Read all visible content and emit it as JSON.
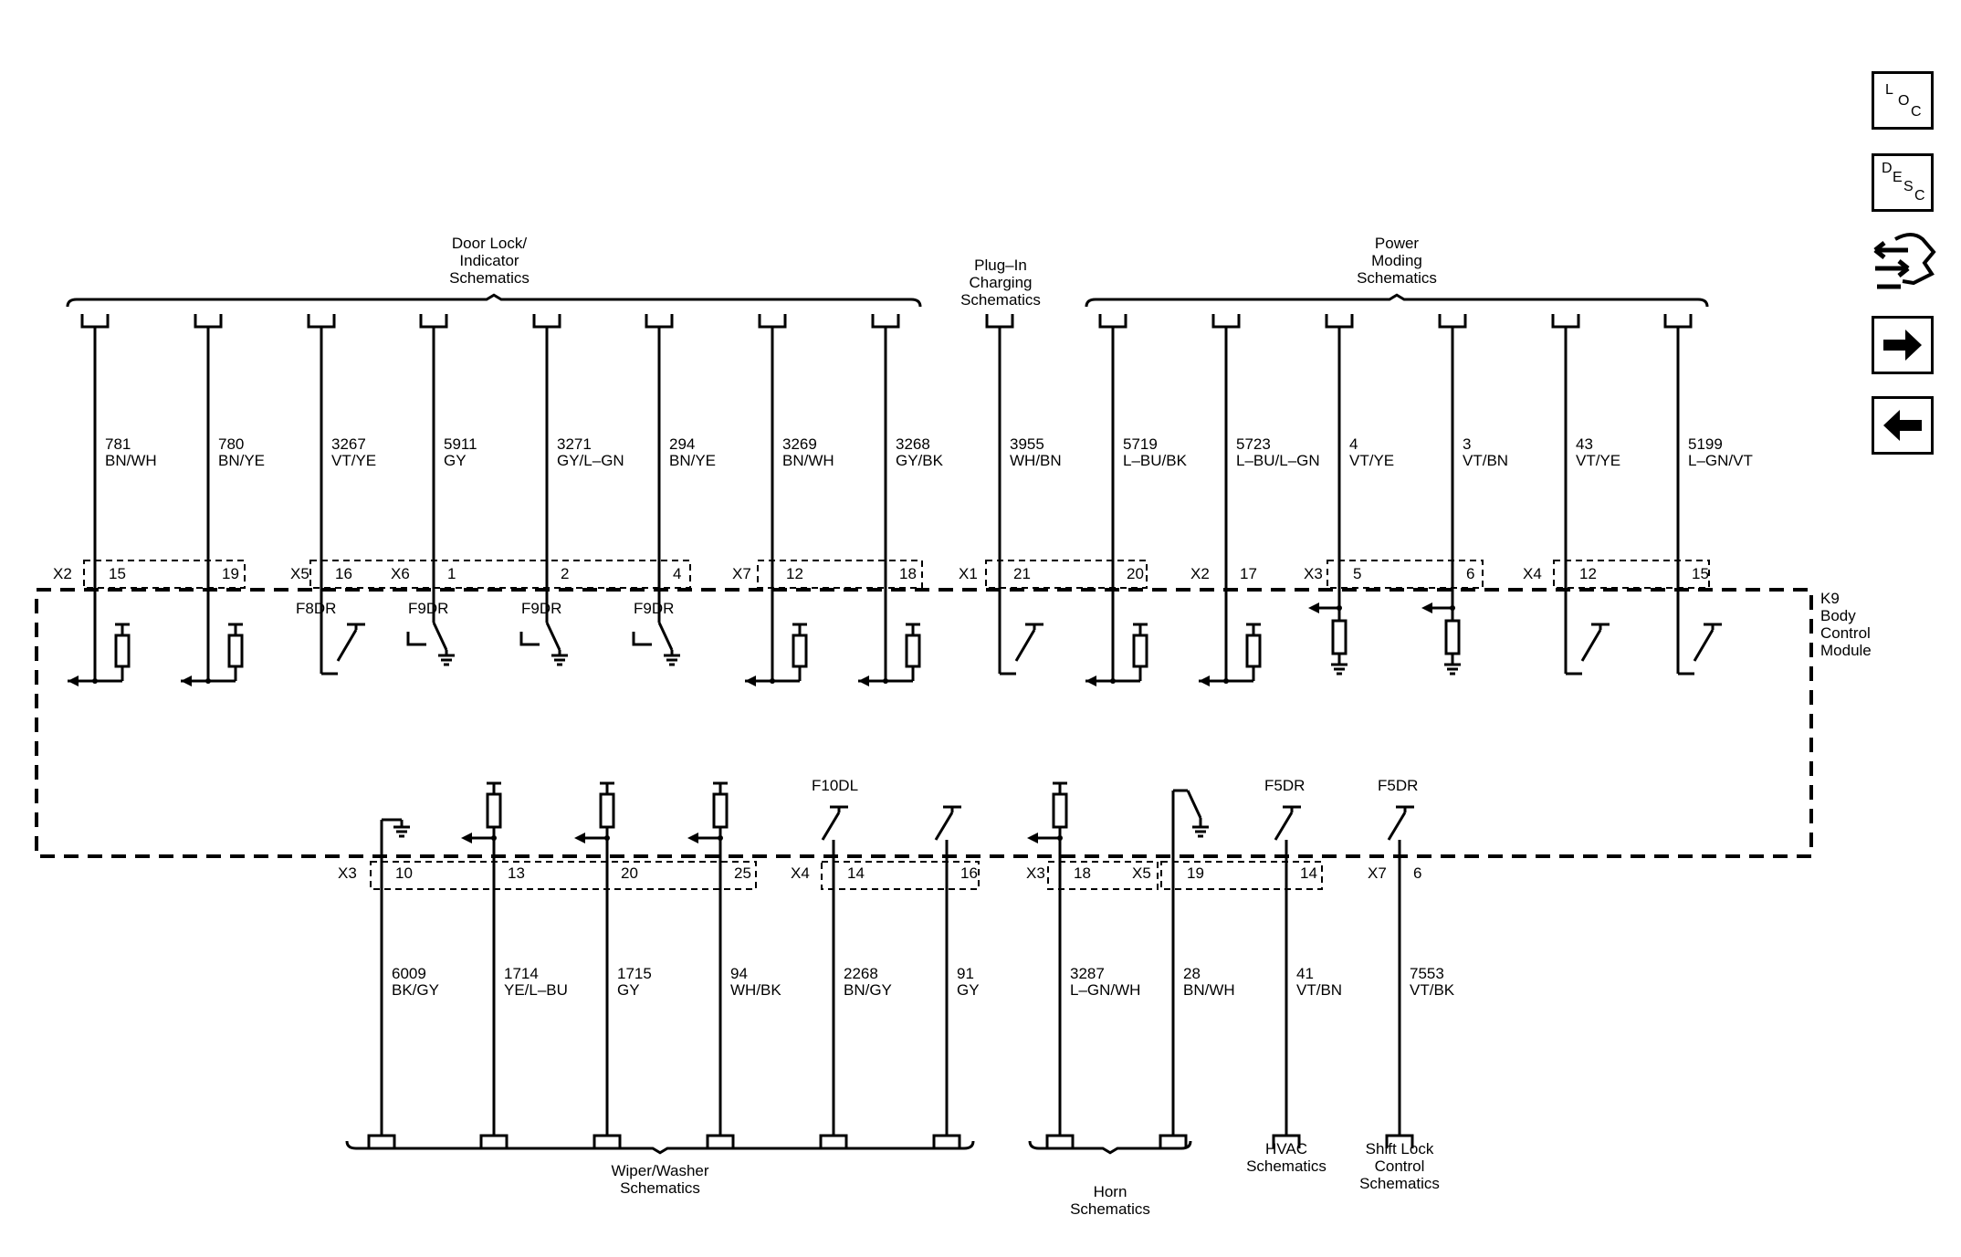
{
  "module": {
    "lines": [
      "K9",
      "Body",
      "Control",
      "Module"
    ]
  },
  "nav": {
    "loc": [
      "L",
      "O",
      "C"
    ],
    "desc": [
      "D",
      "E",
      "S",
      "C"
    ]
  },
  "top_groups": [
    {
      "lines": [
        "Door Lock/",
        "Indicator",
        "Schematics"
      ]
    },
    {
      "lines": [
        "Plug–In",
        "Charging",
        "Schematics"
      ]
    },
    {
      "lines": [
        "Power",
        "Moding",
        "Schematics"
      ]
    }
  ],
  "bottom_groups": [
    {
      "lines": [
        "Wiper/Washer",
        "Schematics"
      ]
    },
    {
      "lines": [
        "Horn",
        "Schematics"
      ]
    },
    {
      "lines": [
        "HVAC",
        "Schematics"
      ]
    },
    {
      "lines": [
        "Shift Lock",
        "Control",
        "Schematics"
      ]
    }
  ],
  "top_connectors": [
    {
      "name": "X2"
    },
    {
      "name": "X5"
    },
    {
      "name": "X6"
    },
    {
      "name": "X7"
    },
    {
      "name": "X1"
    },
    {
      "name": "X2"
    },
    {
      "name": "X3"
    },
    {
      "name": "X4"
    }
  ],
  "bottom_connectors": [
    {
      "name": "X3"
    },
    {
      "name": "X4"
    },
    {
      "name": "X3"
    },
    {
      "name": "X5"
    },
    {
      "name": "X7"
    }
  ],
  "top_wires": [
    {
      "pin": "15",
      "circuit": "781",
      "color": "BN/WH",
      "type": "pullup-in"
    },
    {
      "pin": "19",
      "circuit": "780",
      "color": "BN/YE",
      "type": "pullup-in"
    },
    {
      "pin": "16",
      "circuit": "3267",
      "color": "VT/YE",
      "type": "switch",
      "label": "F8DR"
    },
    {
      "pin": "1",
      "circuit": "5911",
      "color": "GY",
      "type": "lowside",
      "label": "F9DR"
    },
    {
      "pin": "2",
      "circuit": "3271",
      "color": "GY/L–GN",
      "type": "lowside",
      "label": "F9DR"
    },
    {
      "pin": "4",
      "circuit": "294",
      "color": "BN/YE",
      "type": "lowside",
      "label": "F9DR"
    },
    {
      "pin": "12",
      "circuit": "3269",
      "color": "BN/WH",
      "type": "pullup-in"
    },
    {
      "pin": "18",
      "circuit": "3268",
      "color": "GY/BK",
      "type": "pullup-in"
    },
    {
      "pin": "21",
      "circuit": "3955",
      "color": "WH/BN",
      "type": "switch"
    },
    {
      "pin": "20",
      "circuit": "5719",
      "color": "L–BU/BK",
      "type": "pullup-in"
    },
    {
      "pin": "17",
      "circuit": "5723",
      "color": "L–BU/L–GN",
      "type": "pullup-in"
    },
    {
      "pin": "5",
      "circuit": "4",
      "color": "VT/YE",
      "type": "pulldown-in"
    },
    {
      "pin": "6",
      "circuit": "3",
      "color": "VT/BN",
      "type": "pulldown-in"
    },
    {
      "pin": "12",
      "circuit": "43",
      "color": "VT/YE",
      "type": "switch"
    },
    {
      "pin": "15",
      "circuit": "5199",
      "color": "L–GN/VT",
      "type": "switch"
    }
  ],
  "bottom_wires": [
    {
      "pin": "10",
      "circuit": "6009",
      "color": "BK/GY",
      "type": "ground"
    },
    {
      "pin": "13",
      "circuit": "1714",
      "color": "YE/L–BU",
      "type": "pullup-in"
    },
    {
      "pin": "20",
      "circuit": "1715",
      "color": "GY",
      "type": "pullup-in"
    },
    {
      "pin": "25",
      "circuit": "94",
      "color": "WH/BK",
      "type": "pullup-in"
    },
    {
      "pin": "14",
      "circuit": "2268",
      "color": "BN/GY",
      "type": "switch",
      "label": "F10DL"
    },
    {
      "pin": "16",
      "circuit": "91",
      "color": "GY",
      "type": "switch"
    },
    {
      "pin": "18",
      "circuit": "3287",
      "color": "L–GN/WH",
      "type": "pullup-in"
    },
    {
      "pin": "19",
      "circuit": "28",
      "color": "BN/WH",
      "type": "lowside-ground"
    },
    {
      "pin": "14",
      "circuit": "41",
      "color": "VT/BN",
      "type": "switch",
      "label": "F5DR"
    },
    {
      "pin": "6",
      "circuit": "7553",
      "color": "VT/BK",
      "type": "switch",
      "label": "F5DR"
    }
  ]
}
